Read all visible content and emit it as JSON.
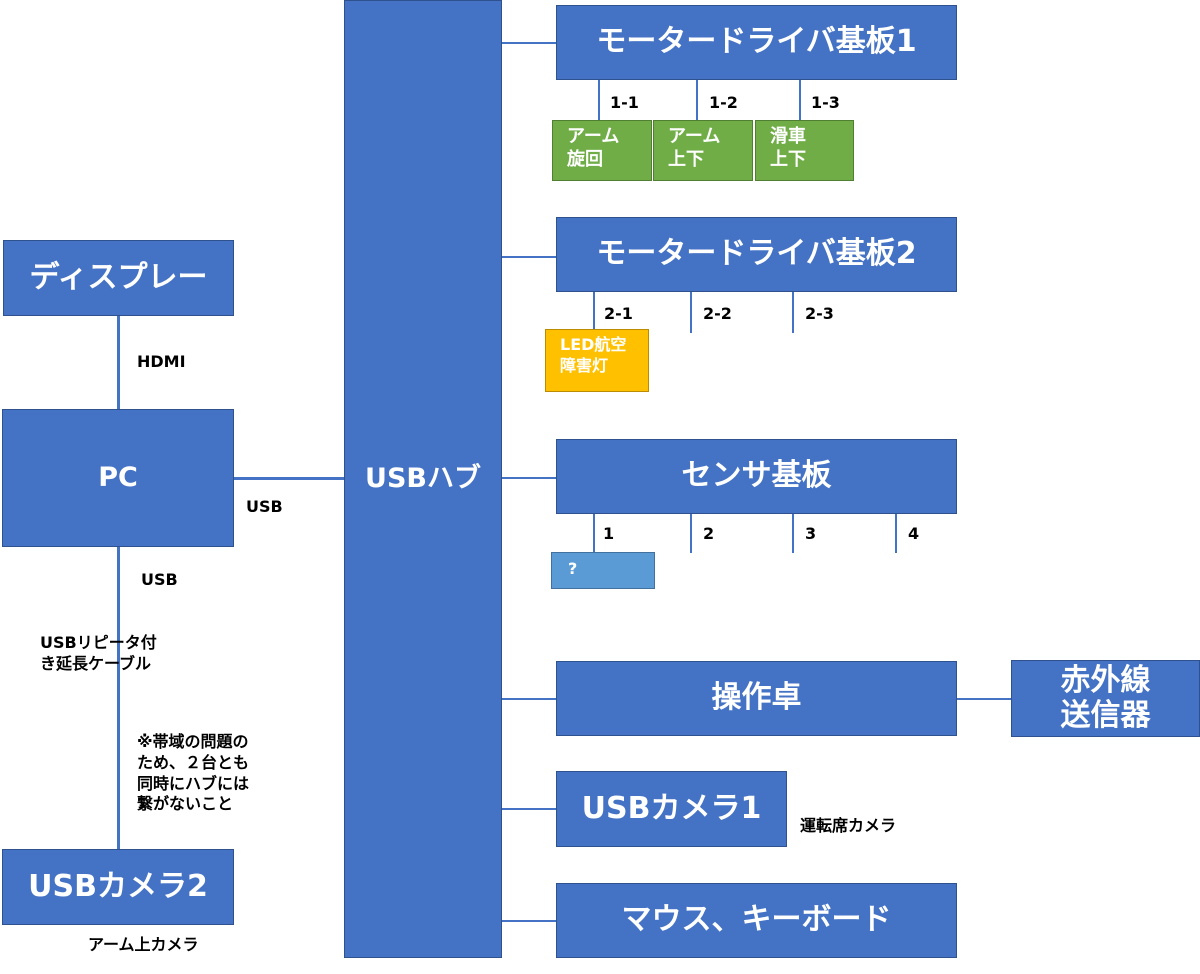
{
  "nodes": {
    "display": "ディスプレー",
    "pc": "PC",
    "usb_camera2": "USBカメラ2",
    "usb_hub": "USBハブ",
    "motor_board1": "モータードライバ基板1",
    "motor_board2": "モータードライバ基板2",
    "sensor_board": "センサ基板",
    "console": "操作卓",
    "ir_transmitter_line1": "赤外線",
    "ir_transmitter_line2": "送信器",
    "usb_camera1": "USBカメラ1",
    "mouse_keyboard": "マウス、キーボード"
  },
  "devices": {
    "arm_rotate_line1": "アーム",
    "arm_rotate_line2": "旋回",
    "arm_updown_line1": "アーム",
    "arm_updown_line2": "上下",
    "slide_updown_line1": "滑車",
    "slide_updown_line2": "上下",
    "led_line1": "LED航空",
    "led_line2": "障害灯",
    "unknown": "?"
  },
  "ports": {
    "m1": [
      "1-1",
      "1-2",
      "1-3"
    ],
    "m2": [
      "2-1",
      "2-2",
      "2-3"
    ],
    "sensor": [
      "1",
      "2",
      "3",
      "4"
    ]
  },
  "labels": {
    "hdmi": "HDMI",
    "usb_pc_hub": "USB",
    "usb_pc_down": "USB",
    "repeater_line1": "USBリピータ付",
    "repeater_line2": "き延長ケーブル",
    "note_line1": "※帯域の問題の",
    "note_line2": "ため、２台とも",
    "note_line3": "同時にハブには",
    "note_line4": "繋がないこと",
    "arm_camera": "アーム上カメラ",
    "driver_camera": "運転席カメラ"
  },
  "colors": {
    "box_blue": "#4472C4",
    "green": "#70AD47",
    "orange": "#FFC000",
    "light_blue": "#5B9BD5"
  }
}
